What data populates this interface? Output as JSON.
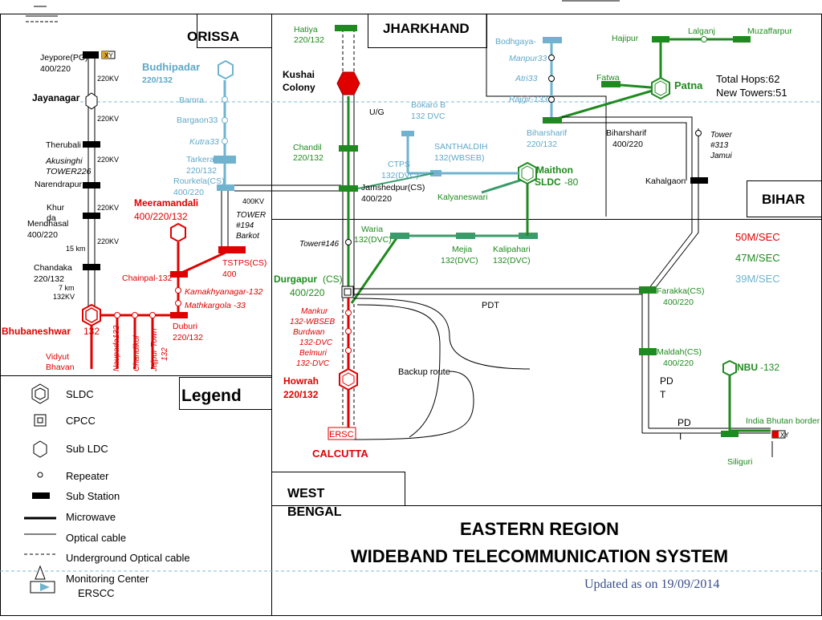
{
  "regions": {
    "orissa": "ORISSA",
    "jharkhand": "JHARKHAND",
    "bihar": "BIHAR",
    "west_bengal_1": "WEST",
    "west_bengal_2": "BENGAL",
    "legend": "Legend"
  },
  "title": {
    "line1": "EASTERN REGION",
    "line2": "WIDEBAND TELECOMMUNICATION SYSTEM",
    "updated": "Updated as on  19/09/2014"
  },
  "stats": {
    "hops": "Total Hops:62",
    "towers": "New Towers:51"
  },
  "speed_legend": {
    "s50": "50M/SEC",
    "s47": "47M/SEC",
    "s39": "39M/SEC"
  },
  "legend_items": {
    "sldc": "SLDC",
    "cpcc": "CPCC",
    "subldc": "Sub LDC",
    "repeater": "Repeater",
    "substation": "Sub Station",
    "microwave": "Microwave",
    "optical": "Optical cable",
    "underground": "Underground  Optical cable",
    "monitoring": "Monitoring Center",
    "ersscc": "ERSCC"
  },
  "labels": {
    "jeypore": "Jeypore(PG)",
    "jeypore_v": "400/220",
    "kv220_1": "220KV",
    "jayanagar": "Jayanagar",
    "kv220_2": "220KV",
    "therubali": "Therubali",
    "akusinghi": "Akusinghi",
    "tower226": "TOWER226",
    "kv220_3": "220KV",
    "narendrapur": "Narendrapur",
    "khurda1": "Khur",
    "khurda2": "da",
    "kv220_4": "220KV",
    "mendhasal": "Mendhasal",
    "mendhasal_v": "400/220",
    "km15": "15 km",
    "kv220_5": "220KV",
    "chandaka": "Chandaka",
    "chandaka_v": "220/132",
    "km7": "7 km",
    "kv132": "132KV",
    "bhubaneshwar": "Bhubaneshwar",
    "bhubaneshwar_v": "132",
    "vidyut1": "Vidyut",
    "vidyut2": "Bhavan",
    "naupada": "Naupada132",
    "chandikol": "Chandikol",
    "jajpur1": "Jajpur Town",
    "jajpur2": "132",
    "duburi": "Duburi",
    "duburi_v": "220/132",
    "chainpal": "Chainpal-132",
    "kamakhya": "Kamakhyanagar-132",
    "mathkargola": "Mathkargola -33",
    "meeramandali": "Meeramandali",
    "meeramandali_v": "400/220/132",
    "tstps": "TSTPS(CS)",
    "tstps_v": "400",
    "tower194_1": "TOWER",
    "tower194_2": "#194",
    "tower194_3": "Barkot",
    "kv400": "400KV",
    "budhipadar": "Budhipadar",
    "budhipadar_v": "220/132",
    "bamra": "Bamra",
    "bargaon": "Bargaon33",
    "kutra": "Kutra33",
    "tarkera": "Tarkera",
    "tarkera_v": "220/132",
    "rourkela": "Rourkela(CS)",
    "rourkela_v": "400/220",
    "hatiya": "Hatiya",
    "hatiya_v": "220/132",
    "kushai1": "Kushai",
    "kushai2": "Colony",
    "ug": "U/G",
    "chandil": "Chandil",
    "chandil_v": "220/132",
    "jamshedpur": "Jamshedpur(CS)",
    "jamshedpur_v": "400/220",
    "bokaro": "Bokaro B",
    "bokaro_v": "132 DVC",
    "ctps": "CTPS",
    "ctps_v": "132(DVC)",
    "santhaldih": "SANTHALDIH",
    "santhaldih_v": "132(WBSEB)",
    "kalyaneswari": "Kalyaneswari",
    "maithon": "Maithon",
    "maithon_sldc": "SLDC",
    "maithon_v": "-80",
    "tower146": "Tower#146",
    "waria": "Waria",
    "waria_v": "132(DVC)",
    "mejia": "Mejia",
    "mejia_v": "132(DVC)",
    "kalipahari": "Kalipahari",
    "kalipahari_v": "132(DVC)",
    "durgapur": "Durgapur",
    "durgapur_cs": "(CS)",
    "durgapur_v": "400/220",
    "mankur1": "Mankur",
    "mankur2": "132-WBSEB",
    "burdwan1": "Burdwan",
    "burdwan2": "132-DVC",
    "belmuri1": "Belmuri",
    "belmuri2": "132-DVC",
    "howrah": "Howrah",
    "howrah_v": "220/132",
    "ersc": "ERSC",
    "calcutta": "CALCUTTA",
    "pdt1": "PDT",
    "backup": "Backup route",
    "bodhgaya": "Bodhgaya-",
    "manpur": "Manpur33",
    "atri": "Atri33",
    "rajgir": "Rajgir-133",
    "biharsharif_b": "Biharsharif",
    "biharsharif_b_v": "220/132",
    "hajipur": "Hajipur",
    "lalganj": "Lalganj",
    "muzaffarpur": "Muzaffarpur",
    "fatwa": "Fatwa",
    "patna": "Patna",
    "biharsharif": "Biharsharif",
    "biharsharif_v": "400/220",
    "tower313_1": "Tower",
    "tower313_2": "#313",
    "tower313_3": "Jamui",
    "kahalgaon": "Kahalgaon",
    "farakka": "Farakka(CS)",
    "farakka_v": "400/220",
    "maldah": "Maldah(CS)",
    "maldah_v": "400/220",
    "pdt2a": "PD",
    "pdt2b": "T",
    "pdt3a": "PD",
    "pdt3b": "T",
    "nbu": "NBU",
    "nbu_v": "-132",
    "india_bhutan": "India Bhutan border",
    "siliguri": "Siliguri",
    "xy": "XY"
  },
  "colors": {
    "green": "#1f8a1f",
    "red": "#e00000",
    "blue": "#6fb3cf",
    "sea_green": "#3a9b6a",
    "blue_dash": "#7ab8d8"
  },
  "icons": [
    "sldc-hexagon-icon",
    "cpcc-square-icon",
    "sub-ldc-hexagon-icon",
    "repeater-icon",
    "substation-icon",
    "microwave-line-icon",
    "optical-line-icon",
    "underground-line-icon",
    "monitoring-center-icon"
  ]
}
